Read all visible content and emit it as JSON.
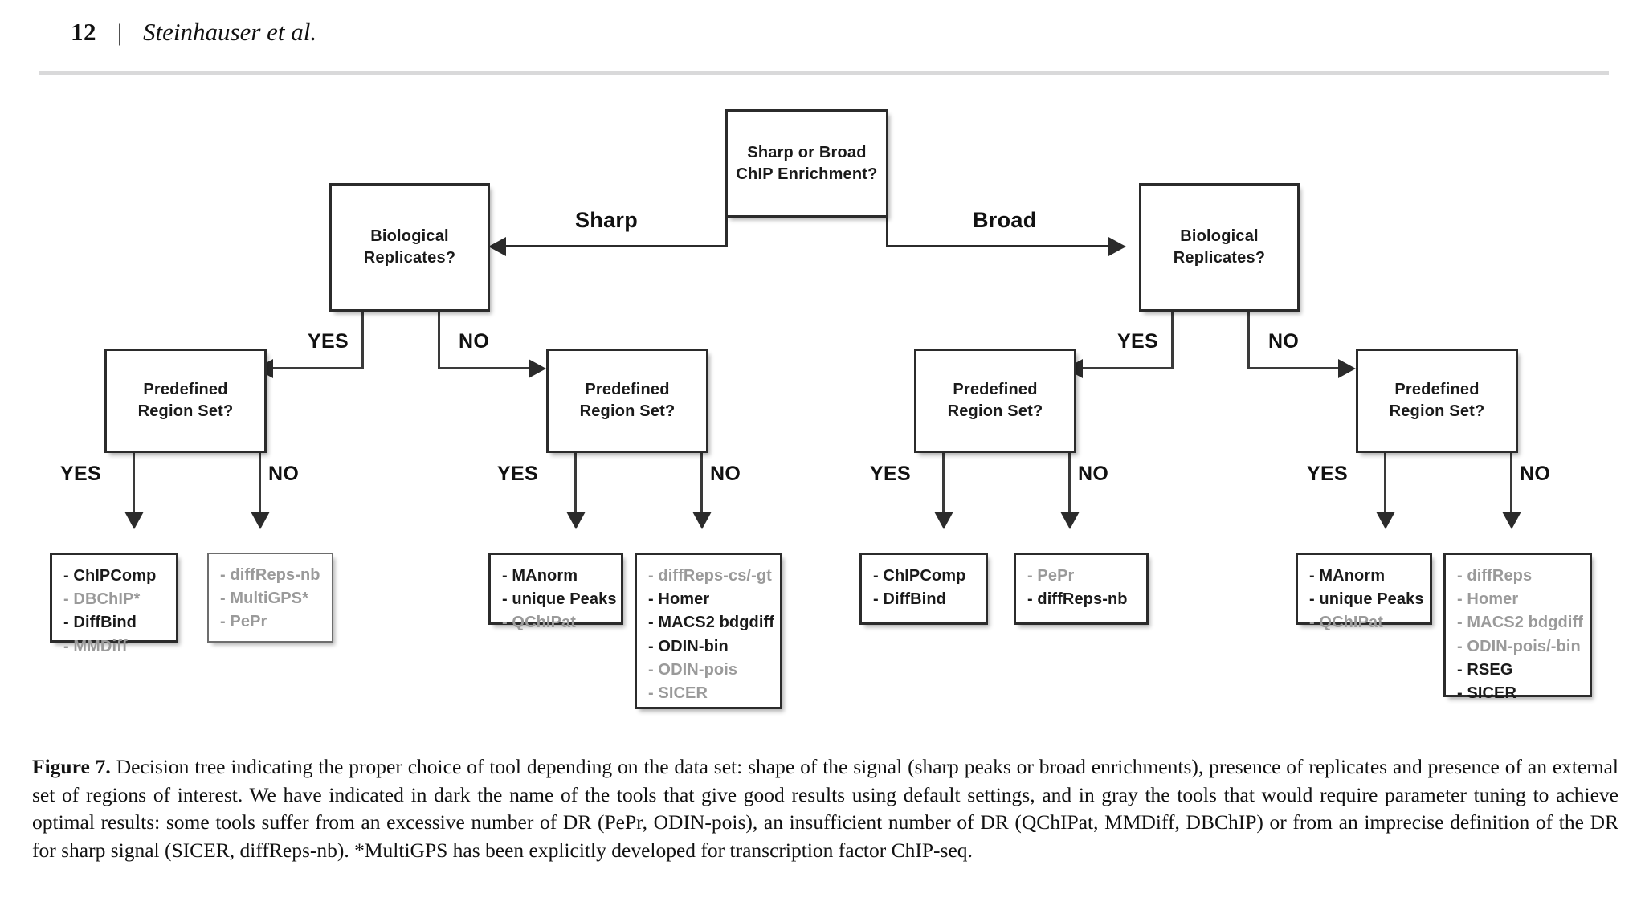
{
  "header": {
    "page_number": "12",
    "separator": "|",
    "author_line": "Steinhauser et al."
  },
  "figure": {
    "root": {
      "line1": "Sharp or Broad",
      "line2": "ChIP Enrichment?"
    },
    "branch_labels": {
      "left": "Sharp",
      "right": "Broad"
    },
    "decision_left": {
      "line1": "Biological",
      "line2": "Replicates?"
    },
    "decision_right": {
      "line1": "Biological",
      "line2": "Replicates?"
    },
    "region_left_yes": {
      "line1": "Predefined",
      "line2": "Region Set?"
    },
    "region_left_no": {
      "line1": "Predefined",
      "line2": "Region Set?"
    },
    "region_right_yes": {
      "line1": "Predefined",
      "line2": "Region Set?"
    },
    "region_right_no": {
      "line1": "Predefined",
      "line2": "Region Set?"
    },
    "edge_yes": "YES",
    "edge_no": "NO",
    "leaves": [
      {
        "id": "sharp-rep-yes-region-yes",
        "tools": [
          {
            "name": "- ChIPComp",
            "style": "dark"
          },
          {
            "name": "- DBChIP*",
            "style": "gray"
          },
          {
            "name": "- DiffBind",
            "style": "dark"
          },
          {
            "name": "- MMDiff",
            "style": "gray"
          }
        ]
      },
      {
        "id": "sharp-rep-yes-region-no",
        "tools": [
          {
            "name": "- diffReps-nb",
            "style": "gray"
          },
          {
            "name": "- MultiGPS*",
            "style": "gray"
          },
          {
            "name": "- PePr",
            "style": "gray"
          }
        ]
      },
      {
        "id": "sharp-rep-no-region-yes",
        "tools": [
          {
            "name": "- MAnorm",
            "style": "dark"
          },
          {
            "name": "- unique Peaks",
            "style": "dark"
          },
          {
            "name": "- QChIPat",
            "style": "gray"
          }
        ]
      },
      {
        "id": "sharp-rep-no-region-no",
        "tools": [
          {
            "name": "- diffReps-cs/-gt",
            "style": "gray"
          },
          {
            "name": "- Homer",
            "style": "dark"
          },
          {
            "name": "- MACS2 bdgdiff",
            "style": "dark"
          },
          {
            "name": "- ODIN-bin",
            "style": "dark"
          },
          {
            "name": "- ODIN-pois",
            "style": "gray"
          },
          {
            "name": "- SICER",
            "style": "gray"
          }
        ]
      },
      {
        "id": "broad-rep-yes-region-yes",
        "tools": [
          {
            "name": "- ChIPComp",
            "style": "dark"
          },
          {
            "name": "- DiffBind",
            "style": "dark"
          }
        ]
      },
      {
        "id": "broad-rep-yes-region-no",
        "tools": [
          {
            "name": "- PePr",
            "style": "gray"
          },
          {
            "name": "- diffReps-nb",
            "style": "dark"
          }
        ]
      },
      {
        "id": "broad-rep-no-region-yes",
        "tools": [
          {
            "name": "- MAnorm",
            "style": "dark"
          },
          {
            "name": "- unique Peaks",
            "style": "dark"
          },
          {
            "name": "- QChIPat",
            "style": "gray"
          }
        ]
      },
      {
        "id": "broad-rep-no-region-no",
        "tools": [
          {
            "name": "- diffReps",
            "style": "gray"
          },
          {
            "name": "- Homer",
            "style": "gray"
          },
          {
            "name": "- MACS2 bdgdiff",
            "style": "gray"
          },
          {
            "name": "- ODIN-pois/-bin",
            "style": "gray"
          },
          {
            "name": "- RSEG",
            "style": "dark"
          },
          {
            "name": "- SICER",
            "style": "dark"
          }
        ]
      }
    ]
  },
  "caption": {
    "label": "Figure 7.",
    "text": " Decision tree indicating the proper choice of tool depending on the data set: shape of the signal (sharp peaks or broad enrichments), presence of replicates and presence of an external set of regions of interest. We have indicated in dark the name of the tools that give good results using default settings, and in gray the tools that would require parameter tuning to achieve optimal results: some tools suffer from an excessive number of DR (PePr, ODIN-pois), an insufficient number of DR (QChIPat, MMDiff, DBChIP) or from an imprecise definition of the DR for sharp signal (SICER, diffReps-nb). *MultiGPS has been explicitly developed for transcription factor ChIP-seq."
  },
  "colors": {
    "border": "#2b2b2b",
    "dark_text": "#1a1a1a",
    "gray_text": "#9a9a9a",
    "rule": "#d9d9da"
  }
}
